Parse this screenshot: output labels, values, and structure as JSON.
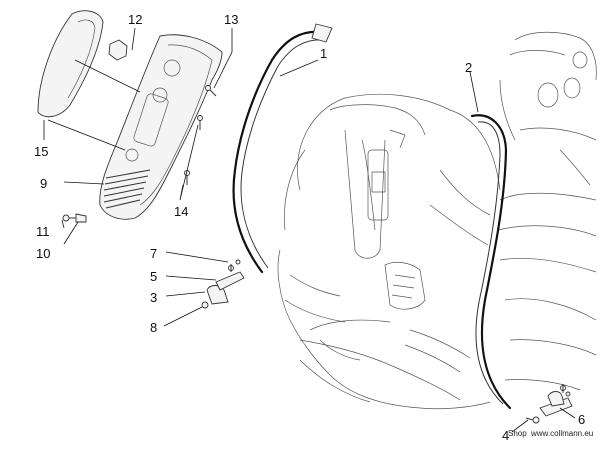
{
  "callouts": {
    "c1": "1",
    "c2": "2",
    "c3": "3",
    "c4": "4",
    "c5": "5",
    "c6": "6",
    "c7": "7",
    "c8": "8",
    "c9": "9",
    "c10": "10",
    "c11": "11",
    "c12": "12",
    "c13": "13",
    "c14": "14",
    "c15": "15"
  },
  "watermark": {
    "shop": "Shop",
    "url": "www.collmann.eu"
  },
  "colors": {
    "line": "#333333",
    "text": "#111111",
    "background": "#ffffff"
  }
}
